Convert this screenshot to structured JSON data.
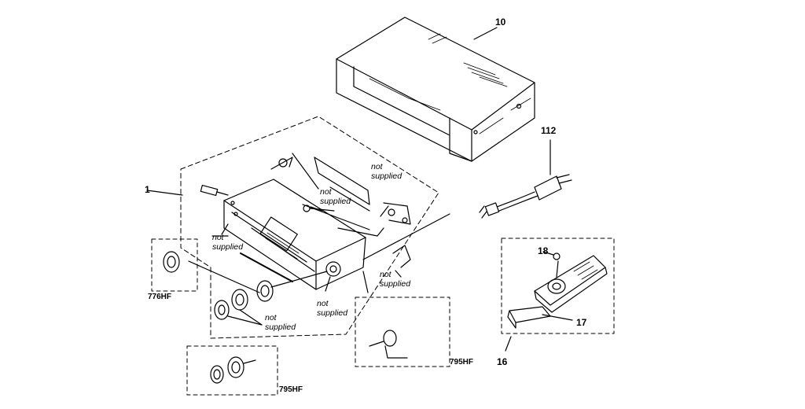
{
  "callouts": {
    "part_10": "10",
    "part_112": "112",
    "part_1": "1",
    "part_18": "18",
    "part_17": "17",
    "part_16": "16"
  },
  "variants": {
    "v776hf": "776HF",
    "v795hf_bottom": "795HF",
    "v795hf_right": "795HF"
  },
  "notes": {
    "n1": {
      "line1": "not",
      "line2": "supplied"
    },
    "n2": {
      "line1": "not",
      "line2": "supplied"
    },
    "n3": {
      "line1": "not",
      "line2": "supplied"
    },
    "n4": {
      "line1": "not",
      "line2": "supplied"
    },
    "n5": {
      "line1": "not",
      "line2": "supplied"
    },
    "n6": {
      "line1": "not",
      "line2": "supplied"
    }
  }
}
